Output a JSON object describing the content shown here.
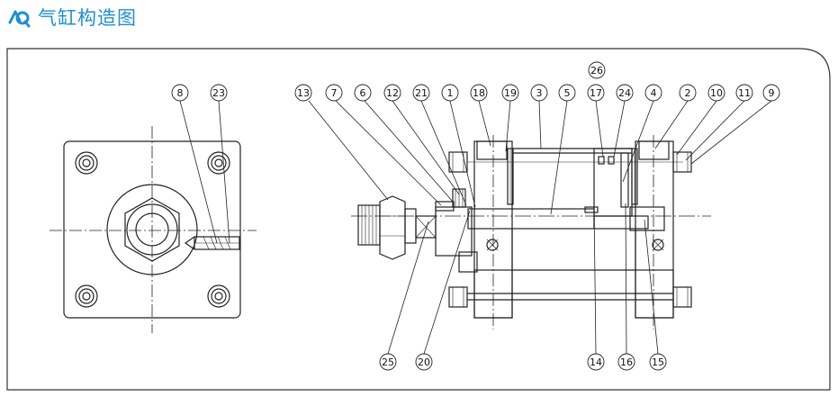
{
  "header": {
    "title": "气缸构造图",
    "logo_icon": "brand-logo-icon",
    "accent_color": "#1c8fd6"
  },
  "diagram": {
    "line_color": "#222222",
    "left_view_callouts": [
      "⑧",
      "㉓"
    ],
    "top_callouts": [
      "⑬",
      "⑦",
      "⑥",
      "⑫",
      "㉑",
      "①",
      "⑱",
      "⑲",
      "③",
      "⑤",
      "⑰",
      "㉔",
      "④",
      "②",
      "⑩",
      "⑪",
      "⑨"
    ],
    "extra_top_callout": "㉖",
    "bottom_callouts": [
      "㉕",
      "⑳",
      "⑭",
      "⑯",
      "⑮"
    ]
  }
}
